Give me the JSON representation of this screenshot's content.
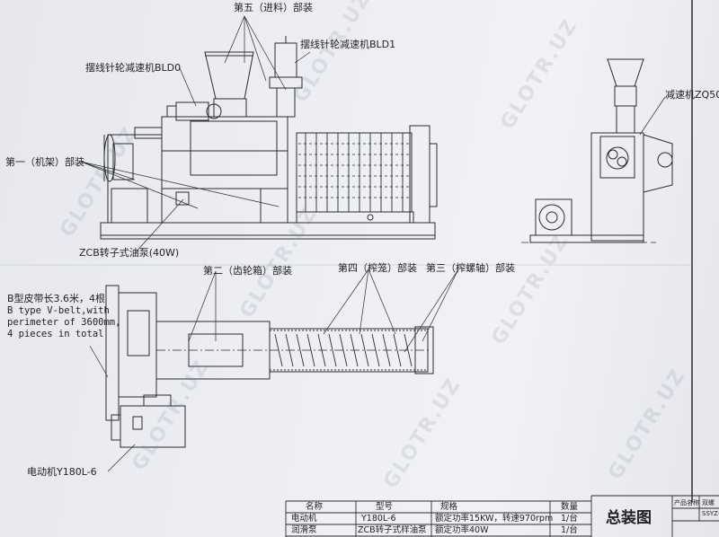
{
  "labels": {
    "part5_feeding": "第五（进料）部装",
    "reducer_bld1": "摆线针轮减速机BLD1",
    "reducer_bld0": "摆线针轮减速机BLD0",
    "part1_frame": "第一（机架）部装",
    "zcb_pump": "ZCB转子式油泵(40W)",
    "reducer_zq50": "减速机ZQ50",
    "part2_gearbox": "第二（齿轮箱）部装",
    "part4_cage": "第四（榨笼）部装",
    "part3_screw": "第三（榨螺轴）部装",
    "belt_cn": "B型皮带长3.6米，4根",
    "belt_en_1": "B type V-belt,with",
    "belt_en_2": "perimeter of 3600mm,",
    "belt_en_3": "4 pieces in total",
    "motor": "电动机Y180L-6"
  },
  "watermark": "GLOTR.UZ",
  "bom": {
    "headers": [
      "名称",
      "型号",
      "规格",
      "数量"
    ],
    "rows": [
      [
        "电动机",
        "Y180L-6",
        "额定功率15KW，转速970rpm",
        "1/台"
      ],
      [
        "润滑泵",
        "ZCB转子式样油泵",
        "额定功率40W",
        "1/台"
      ]
    ]
  },
  "title_block": {
    "title": "总装图",
    "product_name_label": "产品名称",
    "product_name_value": "双螺",
    "model_value": "SSYZ-"
  },
  "colors": {
    "ink": "#2a2c30",
    "paper": "#eceef3"
  }
}
